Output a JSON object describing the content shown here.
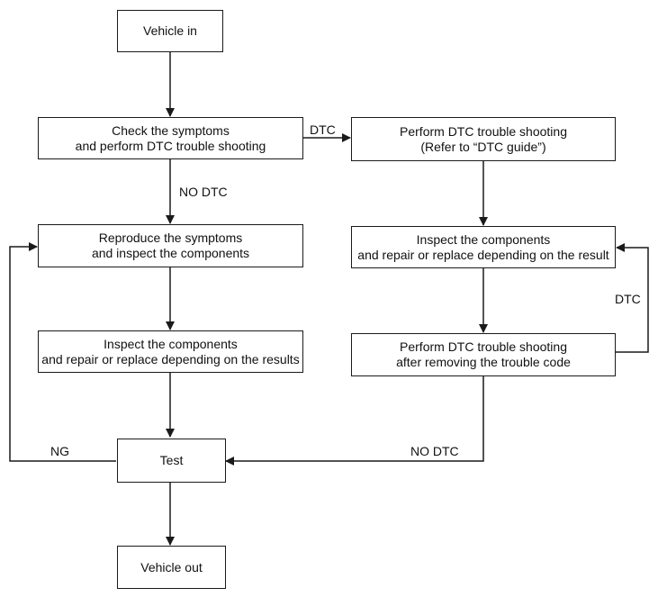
{
  "boxes": {
    "vehicle_in": "Vehicle in",
    "check_symptoms": [
      "Check the symptoms",
      "and perform DTC trouble shooting"
    ],
    "perform_dtc": [
      "Perform DTC trouble shooting",
      "(Refer to “DTC guide”)"
    ],
    "reproduce": [
      "Reproduce the symptoms",
      "and inspect the components"
    ],
    "inspect_right": [
      "Inspect the components",
      "and repair or replace depending on the result"
    ],
    "inspect_left": [
      "Inspect the components",
      "and repair or replace depending on the results"
    ],
    "perform_after": [
      "Perform DTC trouble shooting",
      "after removing the trouble code"
    ],
    "test": "Test",
    "vehicle_out": "Vehicle out"
  },
  "labels": {
    "dtc_top": "DTC",
    "no_dtc_left": "NO DTC",
    "dtc_right": "DTC",
    "ng": "NG",
    "no_dtc_bottom": "NO DTC"
  }
}
